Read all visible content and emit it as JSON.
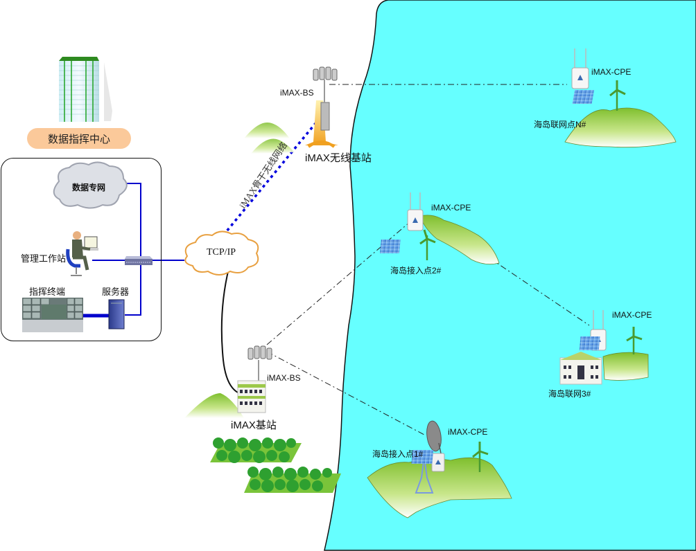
{
  "diagram": {
    "type": "network-topology",
    "data_center": {
      "title": "数据指挥中心",
      "cloud_label": "数据专网",
      "workstation_label": "管理工作站",
      "terminal_label": "指挥终端",
      "server_label": "服务器"
    },
    "core_cloud_label": "TCP/IP",
    "backbone_link_label": "iMAX骨干无线网络",
    "base_stations": [
      {
        "id": "bs-tower",
        "device_label": "iMAX-BS",
        "site_label": "iMAX无线基站"
      },
      {
        "id": "bs-building",
        "device_label": "iMAX-BS",
        "site_label": "iMAX基站"
      }
    ],
    "island_nodes": [
      {
        "id": "node-n",
        "device_label": "iMAX-CPE",
        "site_label": "海岛联网点N#"
      },
      {
        "id": "node-2",
        "device_label": "iMAX-CPE",
        "site_label": "海岛接入点2#"
      },
      {
        "id": "node-3",
        "device_label": "iMAX-CPE",
        "site_label": "海岛联网3#"
      },
      {
        "id": "node-1",
        "device_label": "iMAX-CPE",
        "site_label": "海岛接入点1#"
      }
    ],
    "colors": {
      "sea": "#66ffff",
      "lan_link": "#0000cc",
      "backbone_link": "#0000dd",
      "badge": "#fbc99a",
      "cloud_outline": "#e8a040"
    }
  }
}
